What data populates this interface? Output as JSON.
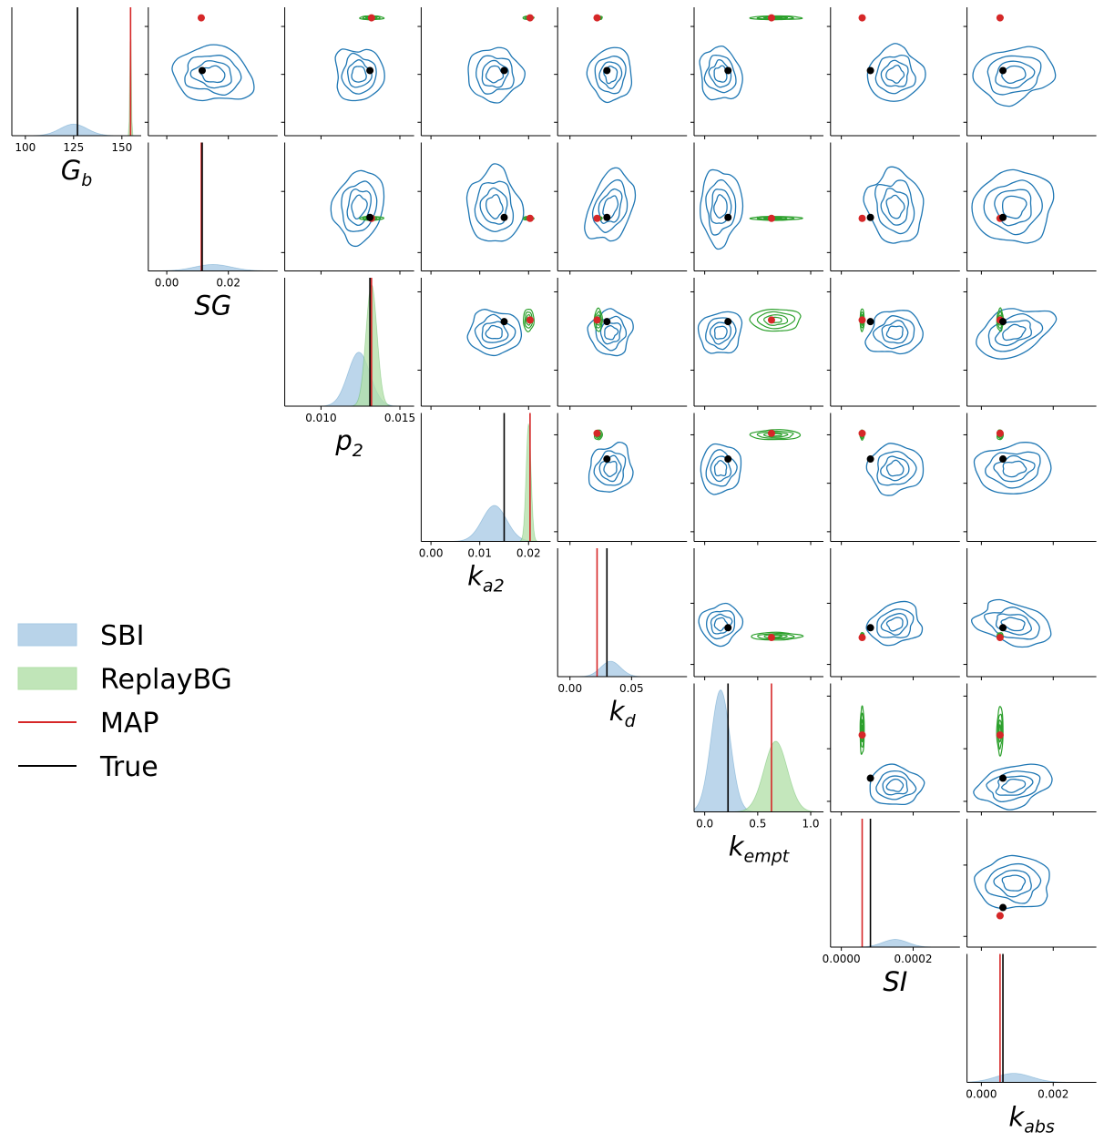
{
  "chart_data": {
    "type": "corner",
    "parameters": [
      {
        "key": "Gb",
        "base": "G",
        "sub": "b",
        "ticks": [
          100,
          125,
          150
        ],
        "tick_labels": [
          "100",
          "125",
          "150"
        ],
        "range": [
          93,
          160
        ]
      },
      {
        "key": "SG",
        "base": "SG",
        "sub": "",
        "ticks": [
          0.0,
          0.02
        ],
        "tick_labels": [
          "0.00",
          "0.02"
        ],
        "range": [
          -0.006,
          0.036
        ]
      },
      {
        "key": "p2",
        "base": "p",
        "sub": "2",
        "ticks": [
          0.01,
          0.015
        ],
        "tick_labels": [
          "0.010",
          "0.015"
        ],
        "range": [
          0.0077,
          0.0159
        ]
      },
      {
        "key": "ka2",
        "base": "k",
        "sub": "a2",
        "ticks": [
          0.0,
          0.01,
          0.02
        ],
        "tick_labels": [
          "0.00",
          "0.01",
          "0.02"
        ],
        "range": [
          -0.002,
          0.0245
        ]
      },
      {
        "key": "kd",
        "base": "k",
        "sub": "d",
        "ticks": [
          0.0,
          0.05
        ],
        "tick_labels": [
          "0.00",
          "0.05"
        ],
        "range": [
          -0.01,
          0.095
        ]
      },
      {
        "key": "kempt",
        "base": "k",
        "sub": "empt",
        "ticks": [
          0.0,
          0.5,
          1.0
        ],
        "tick_labels": [
          "0.0",
          "0.5",
          "1.0"
        ],
        "range": [
          -0.1,
          1.12
        ]
      },
      {
        "key": "SI",
        "base": "SI",
        "sub": "",
        "ticks": [
          0.0,
          0.0002
        ],
        "tick_labels": [
          "0.0000",
          "0.0002"
        ],
        "range": [
          -3e-05,
          0.00033
        ]
      },
      {
        "key": "kabs",
        "base": "k",
        "sub": "abs",
        "ticks": [
          0.0,
          0.002
        ],
        "tick_labels": [
          "0.000",
          "0.002"
        ],
        "range": [
          -0.0004,
          0.0032
        ]
      }
    ],
    "true_values": [
      127,
      0.0115,
      0.0131,
      0.015,
      0.03,
      0.22,
      8.1e-05,
      0.0006
    ],
    "map_values": [
      154.5,
      0.0112,
      0.0132,
      0.0203,
      0.022,
      0.63,
      5.8e-05,
      0.00052
    ],
    "sbi": {
      "means": [
        125,
        0.015,
        0.0124,
        0.013,
        0.033,
        0.15,
        0.00015,
        0.0009
      ],
      "sds": [
        7,
        0.006,
        0.0007,
        0.0025,
        0.008,
        0.09,
        3.5e-05,
        0.0005
      ],
      "peak_frac": [
        0.09,
        0.05,
        0.42,
        0.28,
        0.12,
        0.95,
        0.06,
        0.07
      ]
    },
    "replaybg": {
      "means": [
        154.5,
        0.0112,
        0.0132,
        0.02,
        0.023,
        0.67,
        5.8e-05,
        0.00052
      ],
      "sds": [
        0.35,
        0.00025,
        0.00035,
        0.0005,
        0.0015,
        0.11,
        2.5e-06,
        4e-05
      ],
      "peak_frac": [
        0.93,
        0.0,
        0.95,
        0.92,
        0.0,
        0.55,
        0.0,
        0.0
      ]
    },
    "legend": {
      "placement": "left-middle",
      "entries": [
        {
          "label": "SBI",
          "kind": "patch",
          "color": "#a6c8e4"
        },
        {
          "label": "ReplayBG",
          "kind": "patch",
          "color": "#b0dfa6"
        },
        {
          "label": "MAP",
          "kind": "line",
          "color": "#d62728"
        },
        {
          "label": "True",
          "kind": "line",
          "color": "#000000"
        }
      ]
    },
    "colors": {
      "sbi_line": "#1f77b4",
      "sbi_fill": "#a6c8e4",
      "rbg_line": "#2ca02c",
      "rbg_fill": "#b0dfa6",
      "map": "#d62728",
      "true": "#000000"
    }
  }
}
